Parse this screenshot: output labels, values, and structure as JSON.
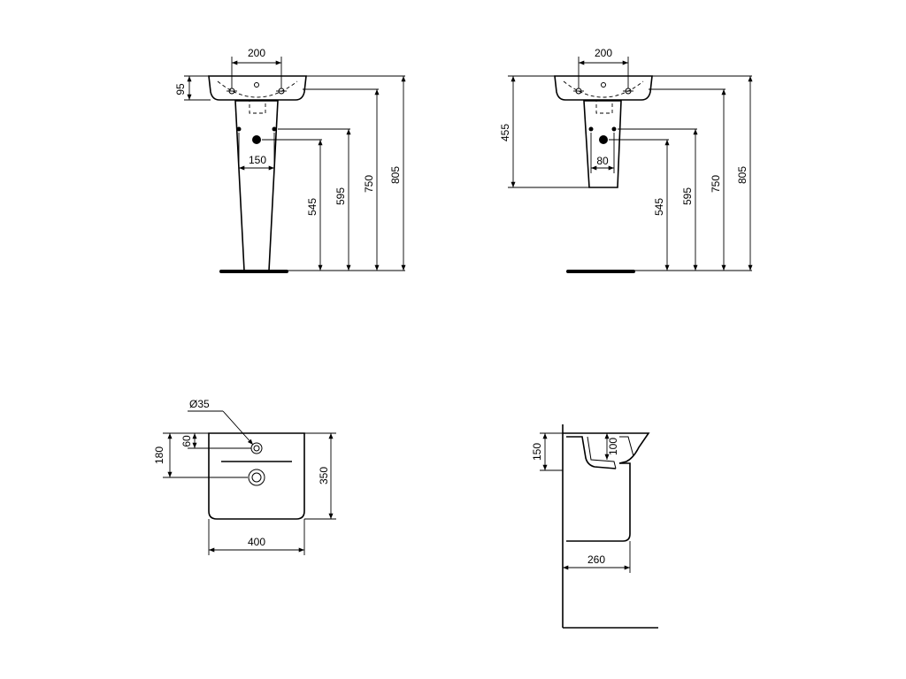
{
  "views": {
    "pedestal": {
      "labels": [
        "200",
        "95",
        "150",
        "545",
        "595",
        "750",
        "805"
      ]
    },
    "semi_pedestal": {
      "labels": [
        "200",
        "455",
        "80",
        "545",
        "595",
        "750",
        "805"
      ]
    },
    "plan": {
      "labels": [
        "Ø35",
        "180",
        "60",
        "350",
        "400"
      ]
    },
    "side": {
      "labels": [
        "150",
        "100",
        "260"
      ]
    }
  }
}
